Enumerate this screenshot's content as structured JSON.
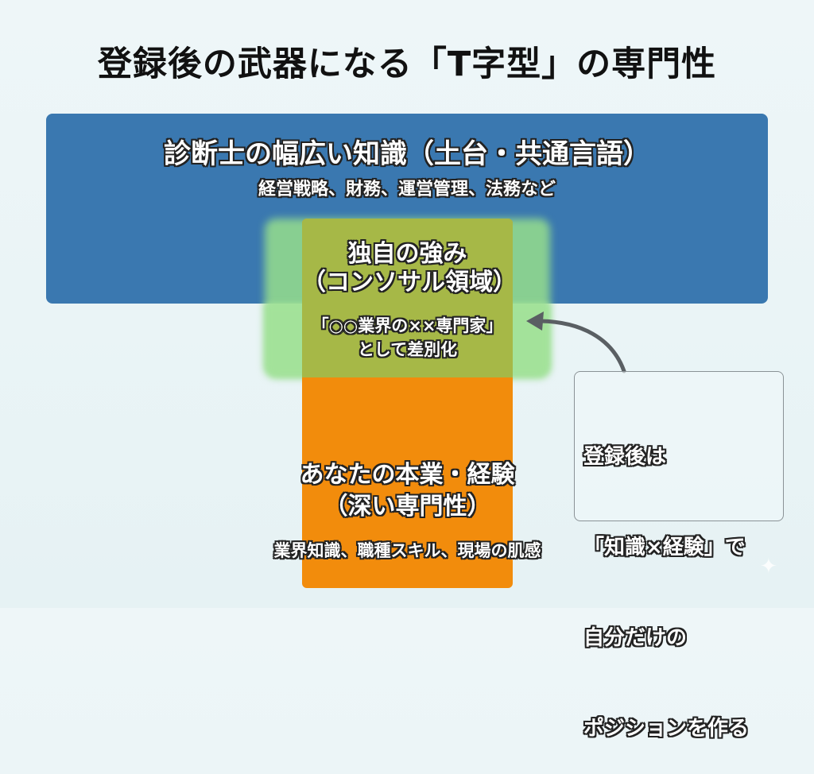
{
  "title": "登録後の武器になる「T字型」の専門性",
  "colors": {
    "background": "#eaf4f6",
    "general_knowledge": "#3a78b0",
    "unique_strength_glow": "#a3e29a",
    "unique_strength_core": "#a6b847",
    "deep_expertise": "#f28c0c",
    "arrow": "#5a5f63",
    "callout_border": "#8a9296"
  },
  "horizontal_bar": {
    "heading": "診断士の幅広い知識（土台・共通言語）",
    "subtext": "経営戦略、財務、運営管理、法務など"
  },
  "intersection": {
    "heading_line1": "独自の強み",
    "heading_line2": "（コンソサル領域）",
    "sub_line1": "「○○業界の××専門家」",
    "sub_line2": "として差別化"
  },
  "vertical_bar": {
    "heading_line1": "あなたの本業・経験",
    "heading_line2": "（深い専門性）",
    "subtext": "業界知識、職種スキル、現場の肌感"
  },
  "callout": {
    "line1": "登録後は",
    "line2": "「知識×経験」で",
    "line3": "自分だけの",
    "line4": "ポジションを作る"
  },
  "icons": {
    "arrow": "curved-arrow-left",
    "sparkle": "four-point-star"
  }
}
